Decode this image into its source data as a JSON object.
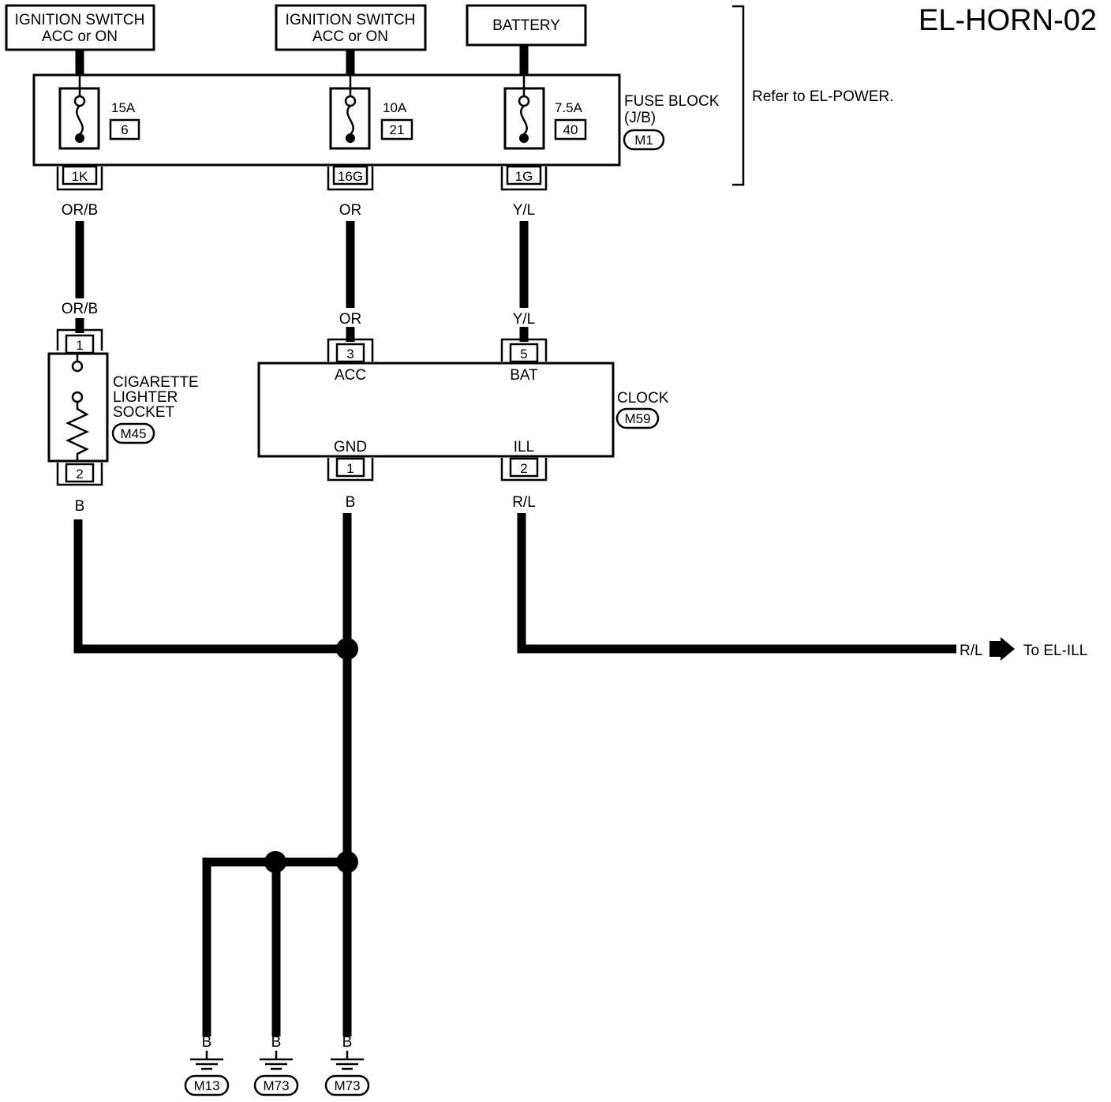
{
  "diagram_id": "EL-HORN-02",
  "refer_note": "Refer to EL-POWER.",
  "sources": [
    {
      "line1": "IGNITION SWITCH",
      "line2": "ACC or ON"
    },
    {
      "line1": "IGNITION SWITCH",
      "line2": "ACC or ON"
    },
    {
      "line1": "BATTERY",
      "line2": ""
    }
  ],
  "fuse_block": {
    "label_line1": "FUSE BLOCK",
    "label_line2": "(J/B)",
    "connector": "M1",
    "fuses": [
      {
        "rating": "15A",
        "number": "6",
        "terminal": "1K",
        "wire": "OR/B"
      },
      {
        "rating": "10A",
        "number": "21",
        "terminal": "16G",
        "wire": "OR"
      },
      {
        "rating": "7.5A",
        "number": "40",
        "terminal": "1G",
        "wire": "Y/L"
      }
    ]
  },
  "lighter": {
    "line1": "CIGARETTE",
    "line2": "LIGHTER",
    "line3": "SOCKET",
    "connector": "M45",
    "in_wire": "OR/B",
    "in_pin": "1",
    "out_pin": "2",
    "out_wire": "B"
  },
  "clock": {
    "label": "CLOCK",
    "connector": "M59",
    "acc_wire": "OR",
    "acc_pin": "3",
    "acc_label": "ACC",
    "bat_wire": "Y/L",
    "bat_pin": "5",
    "bat_label": "BAT",
    "gnd_label": "GND",
    "gnd_pin": "1",
    "gnd_wire": "B",
    "ill_label": "ILL",
    "ill_pin": "2",
    "ill_wire": "R/L"
  },
  "ill_output": {
    "wire": "R/L",
    "destination": "To EL-ILL"
  },
  "grounds": [
    {
      "wire": "B",
      "connector": "M13"
    },
    {
      "wire": "B",
      "connector": "M73"
    },
    {
      "wire": "B",
      "connector": "M73"
    }
  ]
}
